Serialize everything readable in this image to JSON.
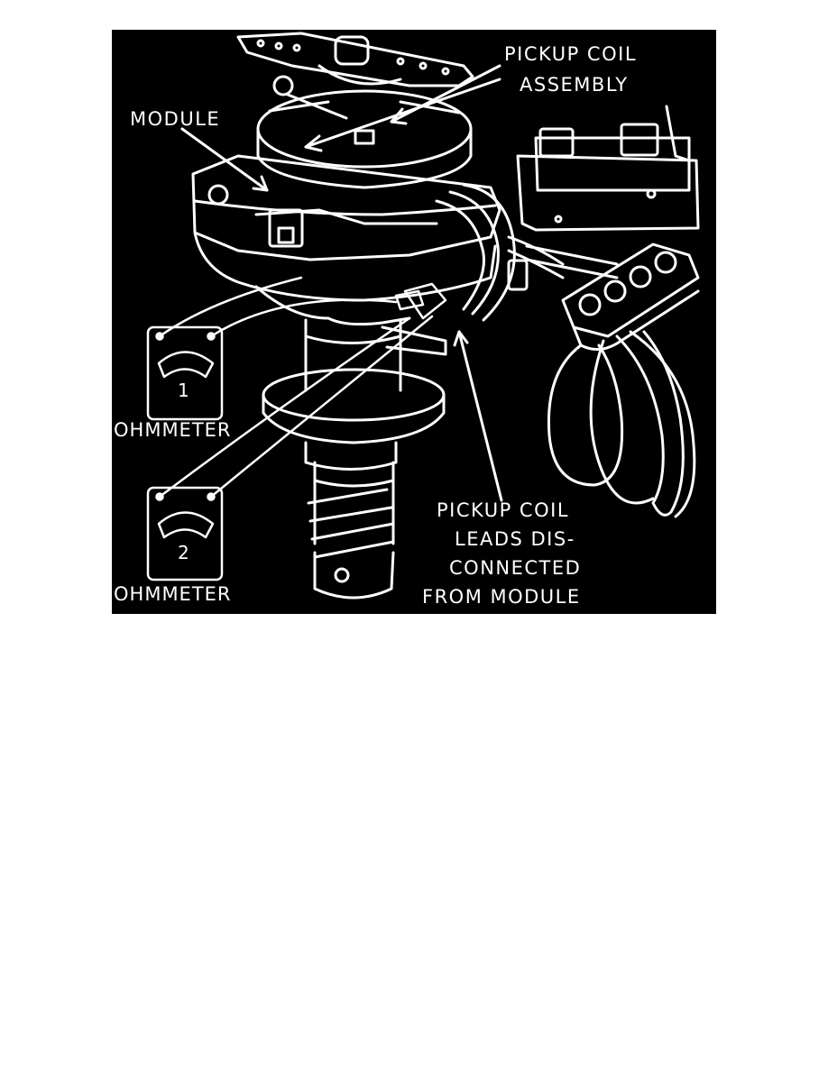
{
  "figure": {
    "labels": {
      "pickup_coil_assembly_1": "PICKUP COIL",
      "pickup_coil_assembly_2": "ASSEMBLY",
      "module": "MODULE",
      "leads_1": "PICKUP COIL",
      "leads_2": "LEADS DIS-",
      "leads_3": "CONNECTED",
      "leads_4": "FROM MODULE"
    },
    "meters": [
      {
        "number": "1",
        "caption": "OHMMETER"
      },
      {
        "number": "2",
        "caption": "OHMMETER"
      }
    ],
    "colors": {
      "background": "#000000",
      "line": "#ffffff",
      "page": "#ffffff"
    }
  }
}
